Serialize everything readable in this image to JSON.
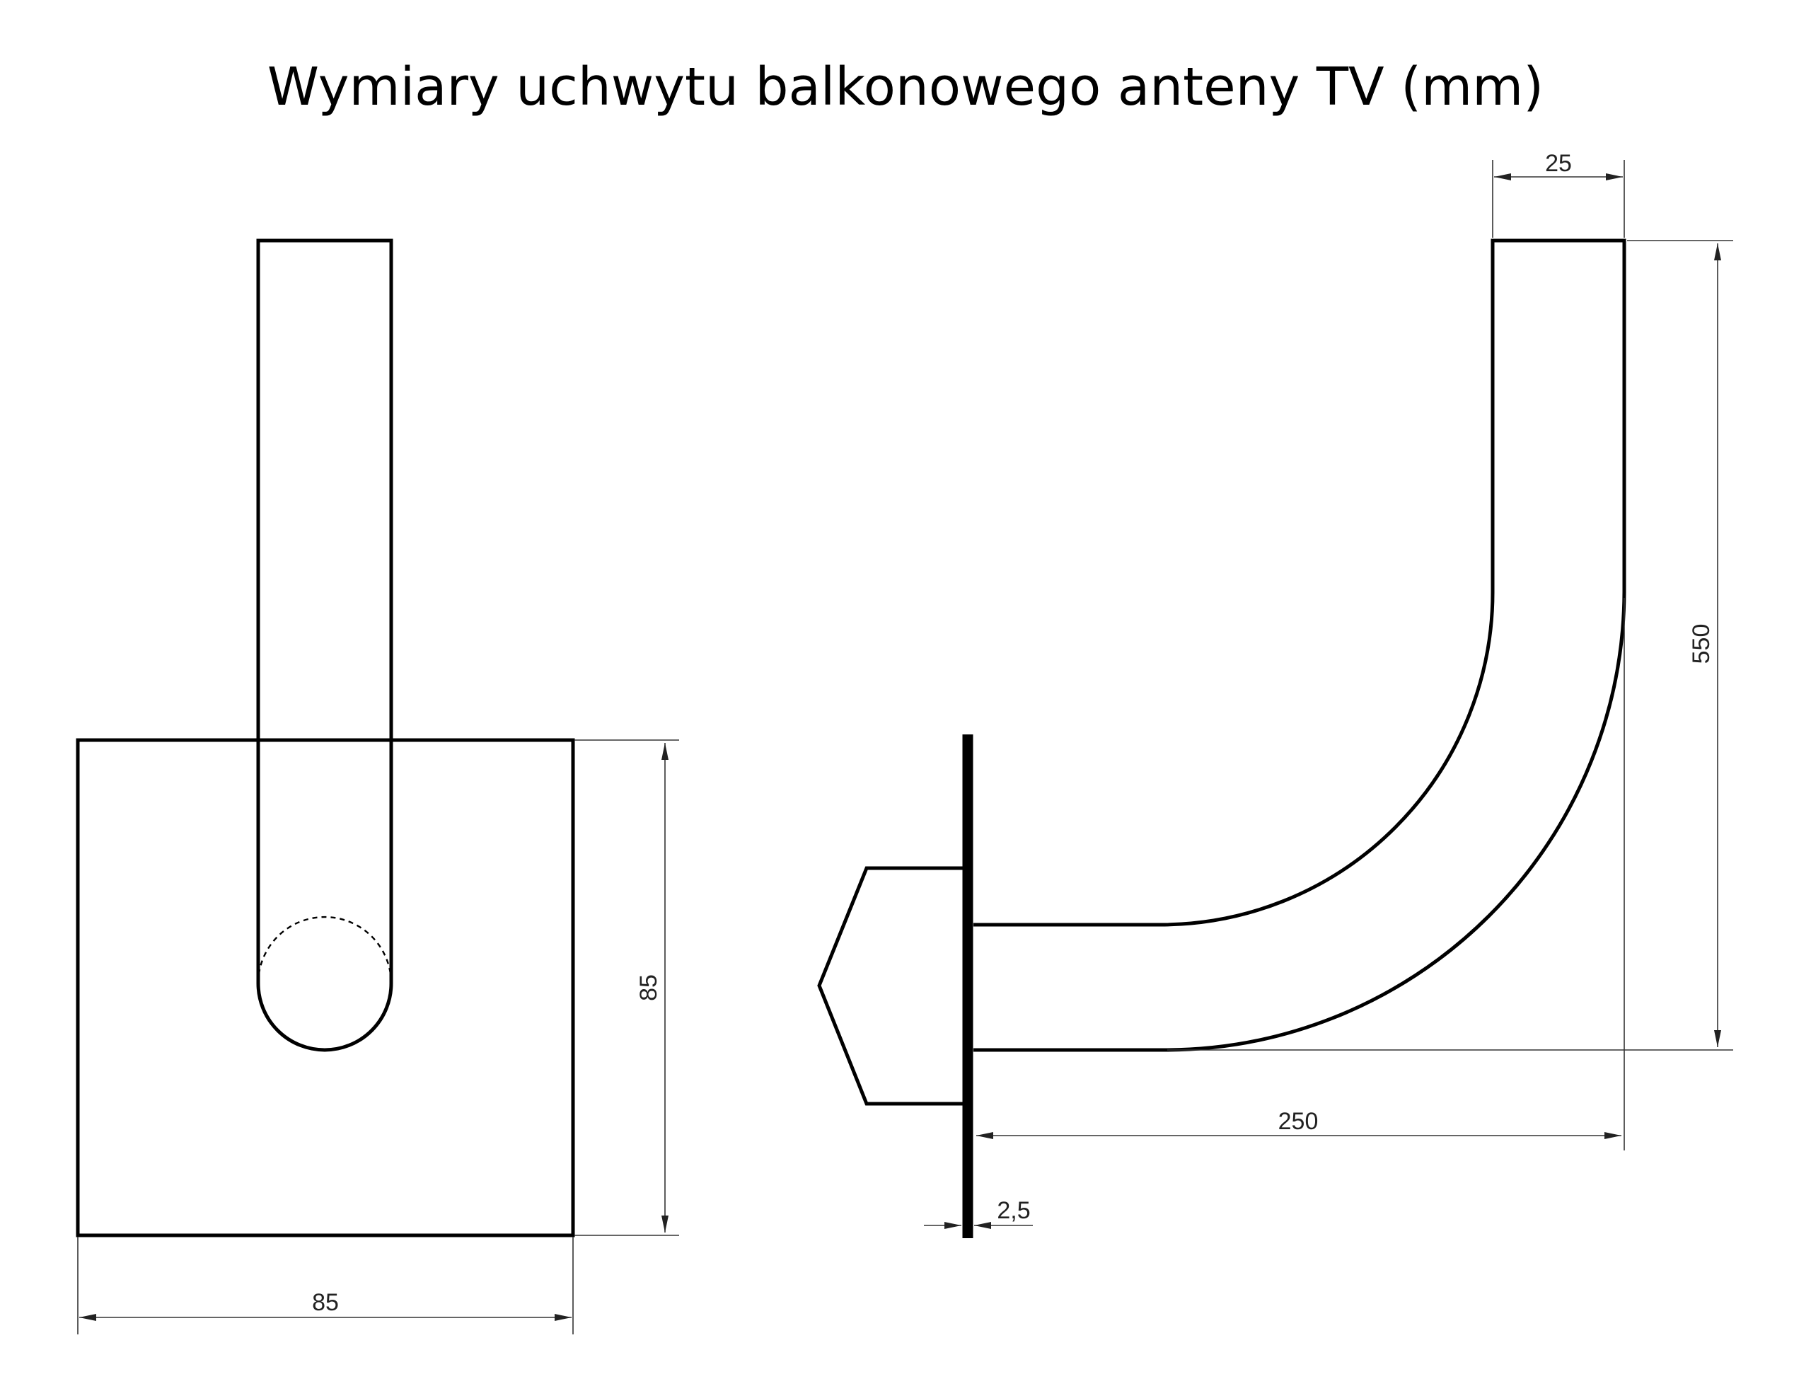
{
  "title": "Wymiary uchwytu balkonowego anteny TV (mm)",
  "front_view": {
    "plate_width_label": "85",
    "plate_height_label": "85"
  },
  "side_view": {
    "arm_length_label": "250",
    "arm_height_label": "550",
    "pipe_width_label": "25",
    "plate_thickness_label": "2,5"
  },
  "colors": {
    "line": "#000000",
    "background": "#ffffff"
  }
}
